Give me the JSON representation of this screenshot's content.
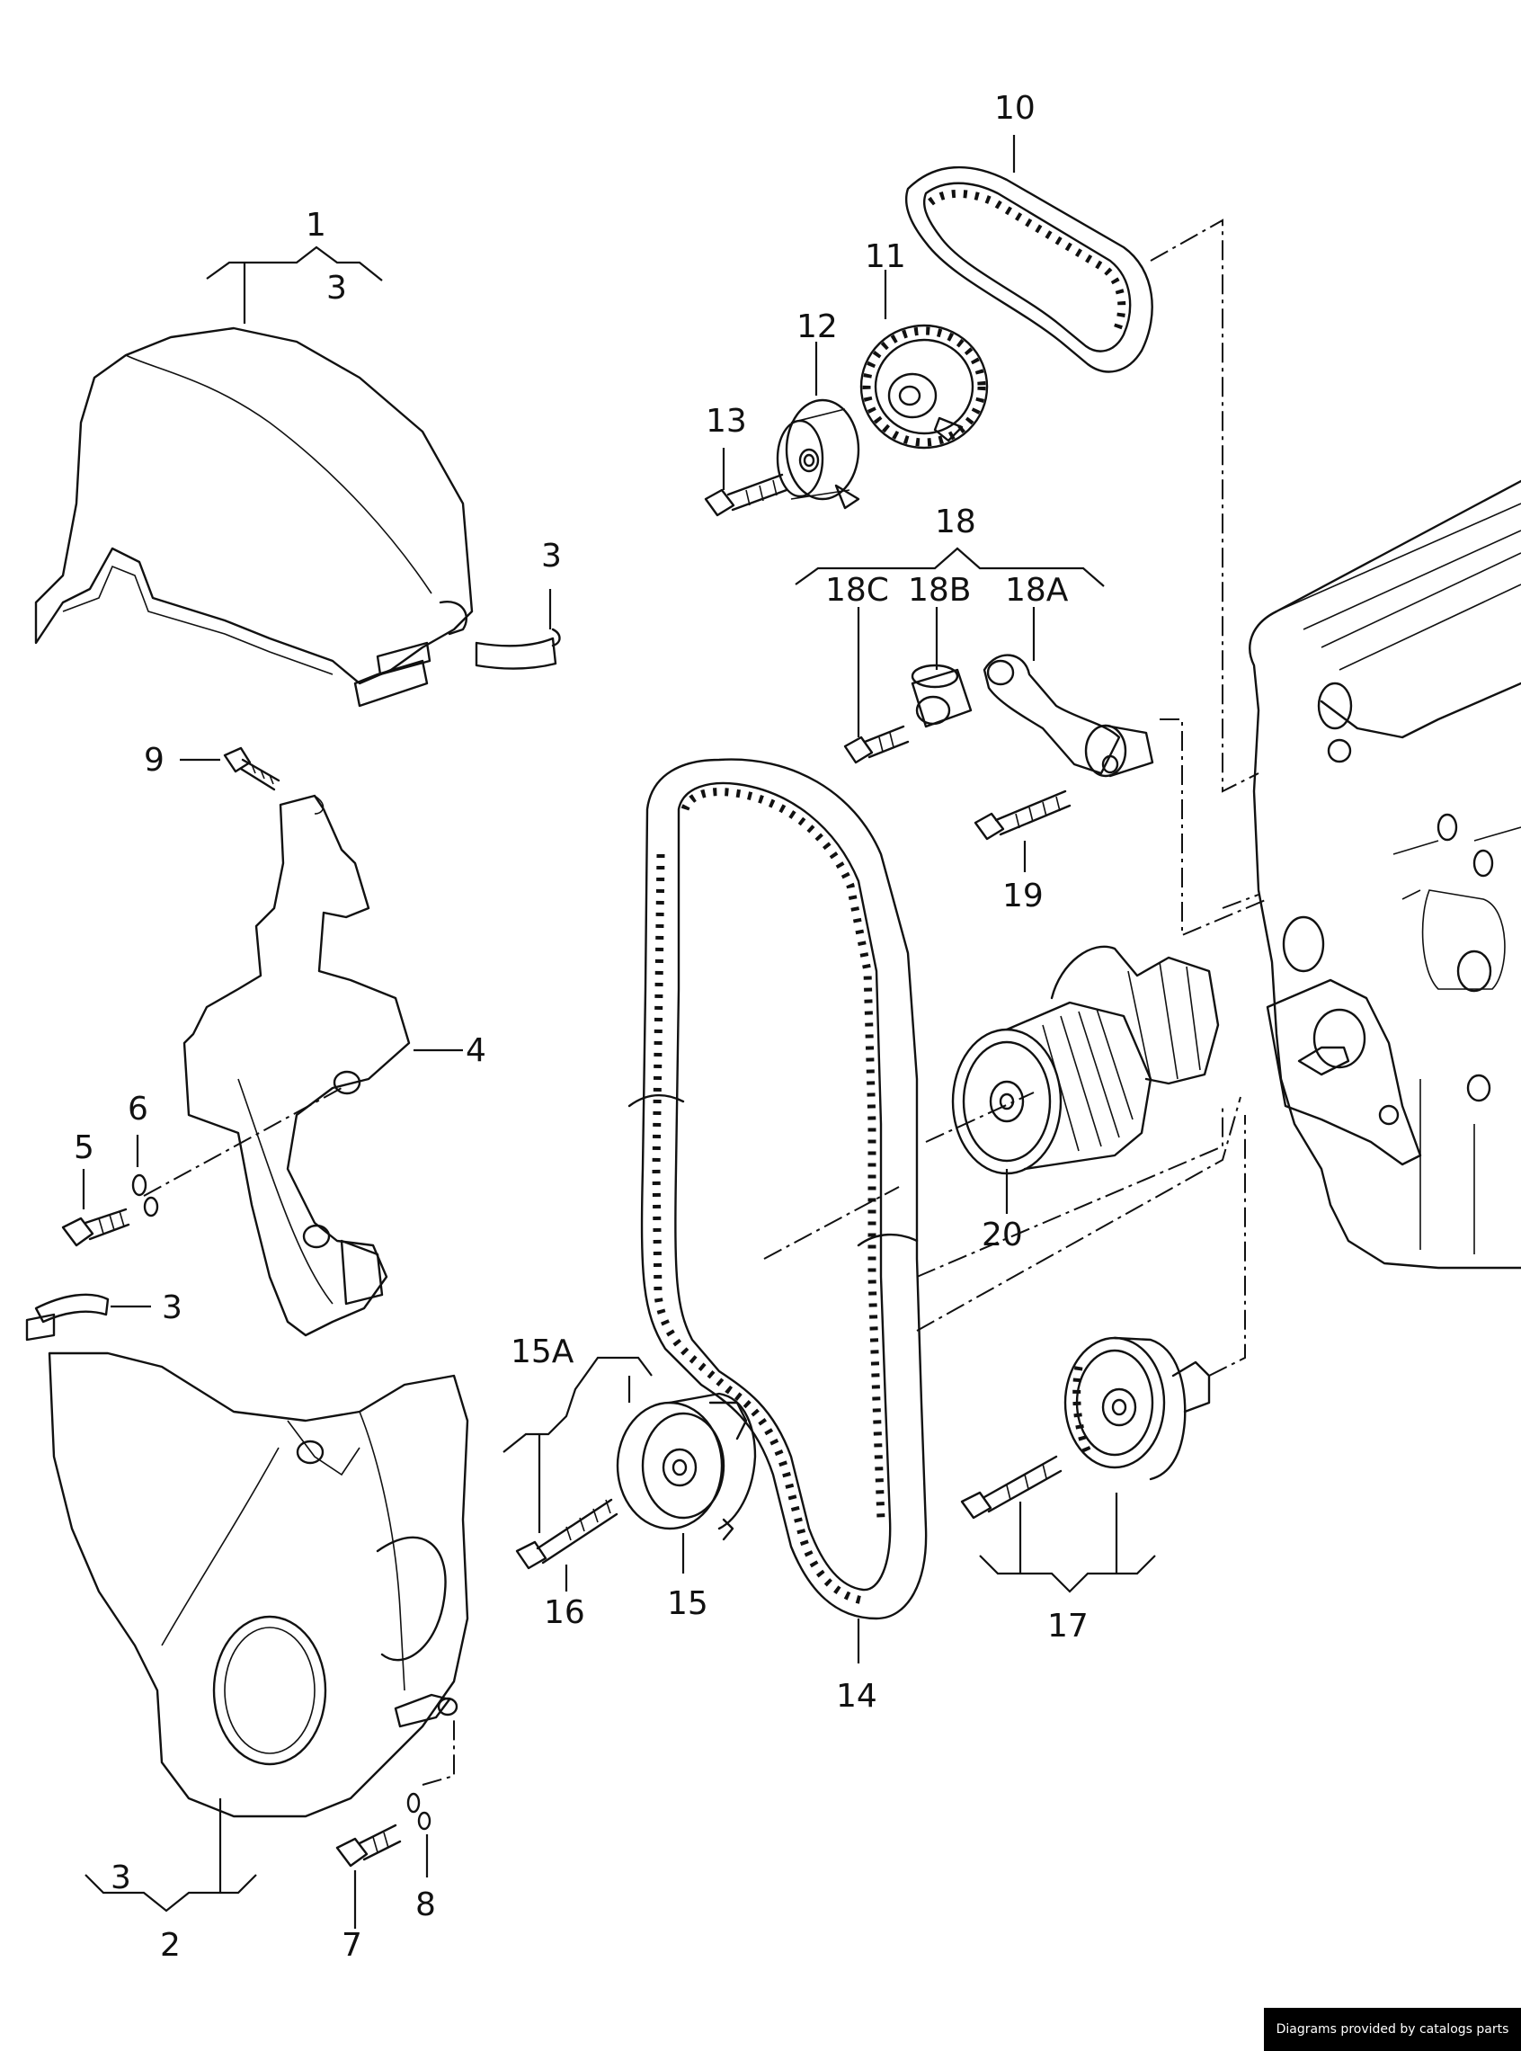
{
  "credit": "Diagrams provided by catalogs parts",
  "callouts": {
    "c1": "1",
    "c3_top": "3",
    "c3_clip_top": "3",
    "c9": "9",
    "c4": "4",
    "c5": "5",
    "c6": "6",
    "c3_clip_mid": "3",
    "c3_bottom": "3",
    "c2": "2",
    "c7": "7",
    "c8": "8",
    "c10": "10",
    "c11": "11",
    "c12": "12",
    "c13": "13",
    "c18": "18",
    "c18C": "18C",
    "c18B": "18B",
    "c18A": "18A",
    "c19": "19",
    "c20": "20",
    "c15A": "15A",
    "c16": "16",
    "c15": "15",
    "c14": "14",
    "c17": "17"
  }
}
